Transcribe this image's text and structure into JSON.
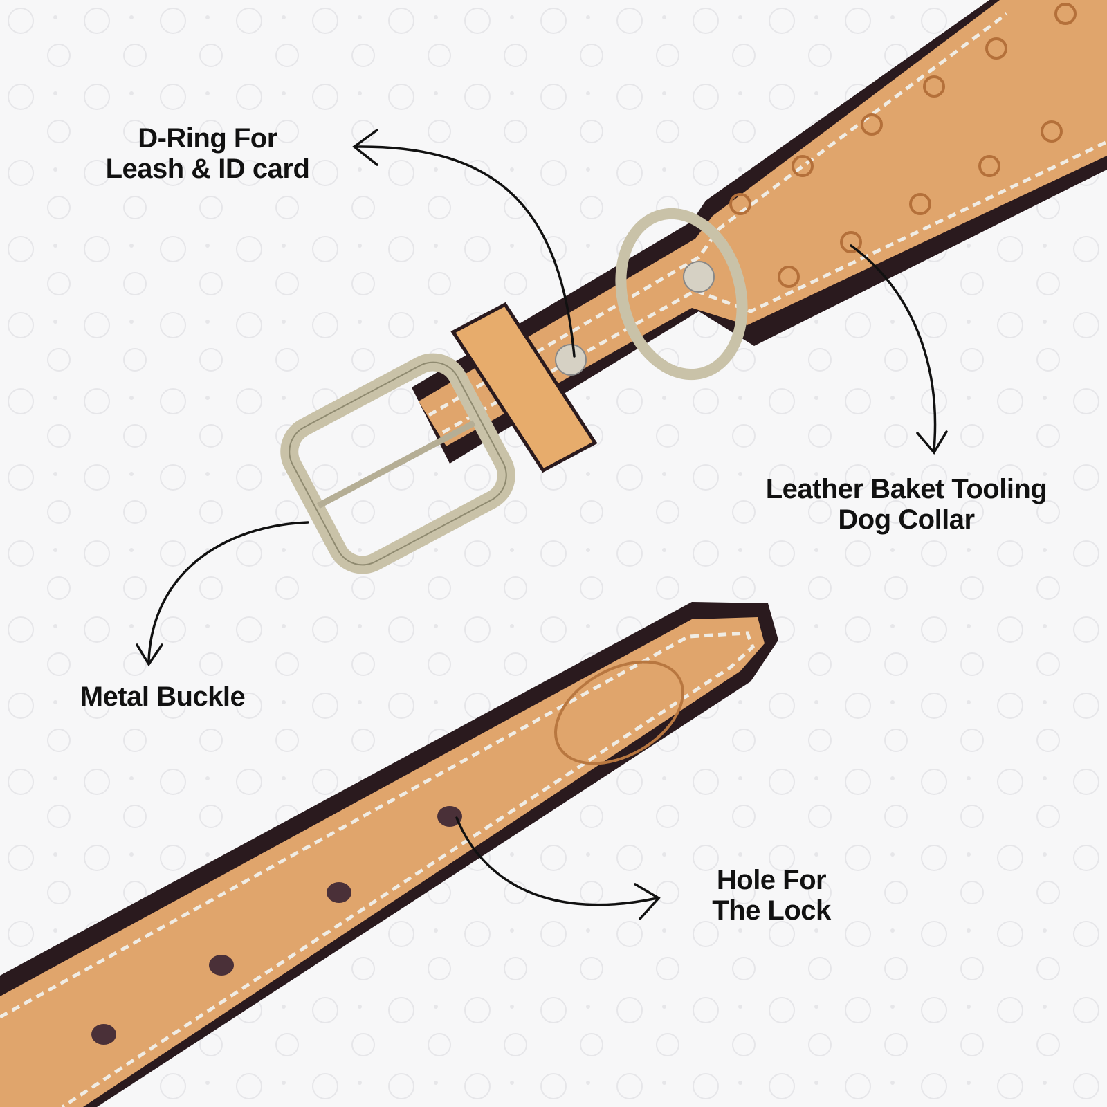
{
  "labels": {
    "d_ring": [
      "D-Ring For",
      "Leash & ID card"
    ],
    "tooling": [
      "Leather Baket Tooling",
      "Dog Collar"
    ],
    "buckle": [
      "Metal Buckle"
    ],
    "hole": [
      "Hole For",
      "The Lock"
    ]
  },
  "colors": {
    "background": "#f7f7f8",
    "leather": "#e0a56c",
    "leather_edge": "#2a1a1e",
    "stitch": "#f0ece4",
    "metal": "#c9c2a8",
    "text": "#111111"
  }
}
